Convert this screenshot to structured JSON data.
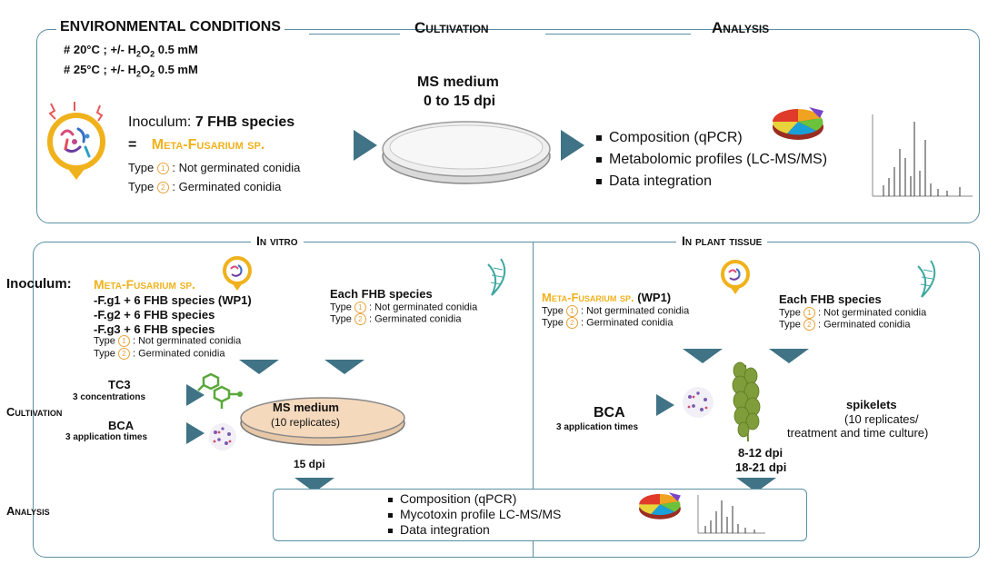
{
  "top": {
    "env_title": "ENVIRONMENTAL CONDITIONS",
    "env_line1_pre": "#  20°C   ;  +/- H",
    "env_line1_post": "O",
    "env_line1_tail": " 0.5 mM",
    "env_line2_pre": "#  25°C   ;  +/- H",
    "env_line2_post": "O",
    "env_line2_tail": " 0.5 mM",
    "sub2": "2",
    "cultivation_title": "Cultivation",
    "analysis_title": "Analysis",
    "inoculum_prefix": "Inoculum: ",
    "inoculum_species": "7 FHB species",
    "equals": "=",
    "meta_name": "Meta-Fusarium sp.",
    "type1_pre": "Type ",
    "type1_num": "1",
    "type1_post": " : Not germinated conidia",
    "type2_pre": "Type ",
    "type2_num": "2",
    "type2_post": " : Germinated conidia",
    "ms_medium": "MS medium",
    "dpi_range": "0 to 15 dpi",
    "analysis_items": [
      "Composition (qPCR)",
      "Metabolomic profiles (LC-MS/MS)",
      "Data integration"
    ]
  },
  "invitro": {
    "title": "In vitro",
    "inoculum_label": "Inoculum:",
    "meta_name": "Meta-Fusarium sp.",
    "strains": [
      "-F.g1 + 6 FHB species (WP1)",
      "-F.g2 + 6 FHB species",
      "-F.g3 + 6 FHB species"
    ],
    "type1": " : Not germinated conidia",
    "type2": " : Germinated conidia",
    "type_word": "Type ",
    "each_species": "Each FHB species",
    "tc3": "TC3",
    "tc3_sub": "3 concentrations",
    "cultivation_label": "Cultivation",
    "bca": "BCA",
    "bca_sub": "3 application times",
    "ms_medium": "MS medium",
    "replicates": "(10 replicates)",
    "dpi": "15 dpi"
  },
  "inplant": {
    "title": "In plant tissue",
    "meta_name": "Meta-Fusarium sp.",
    "wp1": "(WP1)",
    "each_species": "Each FHB species",
    "type1": " : Not germinated conidia",
    "type2": " : Germinated conidia",
    "type_word": "Type ",
    "bca": "BCA",
    "bca_sub": "3 application times",
    "spikelets": "spikelets",
    "spikelets_sub1": "(10 replicates/",
    "spikelets_sub2": "treatment and time culture)",
    "dpi1": "8-12 dpi",
    "dpi2": "18-21 dpi"
  },
  "bottom": {
    "analysis_label": "Analysis",
    "items": [
      "Composition (qPCR)",
      "Mycotoxin profile LC-MS/MS",
      "Data integration"
    ]
  },
  "colors": {
    "accent": "#3f7385",
    "border": "#5a8fa3",
    "gold": "#f0b21c",
    "orange": "#e77b1a",
    "petri": "#f5d9bd"
  }
}
